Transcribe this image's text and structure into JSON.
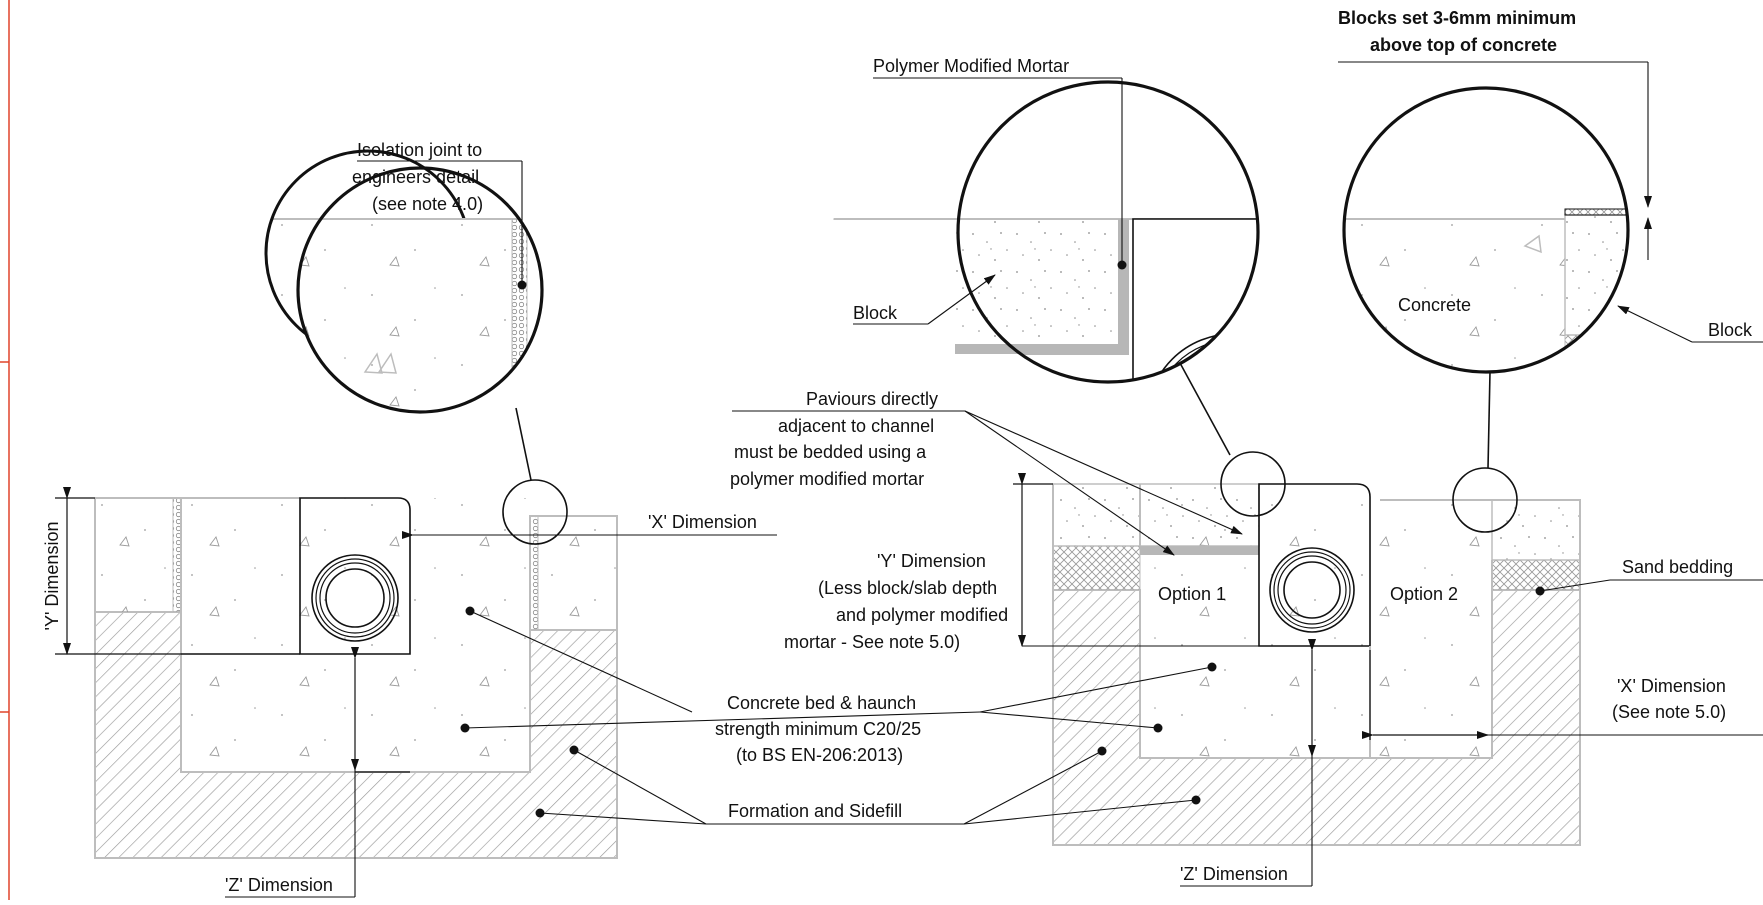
{
  "labels": {
    "isolation_joint": [
      "Isolation joint to",
      "engineers detail",
      "(see note 4.0)"
    ],
    "x_dimension_left": "'X' Dimension",
    "y_dimension_left": "'Y' Dimension",
    "z_dimension_left": "'Z' Dimension",
    "z_dimension_right": "'Z' Dimension",
    "concrete_bed": [
      "Concrete bed & haunch",
      "strength minimum C20/25",
      "(to BS EN-206:2013)"
    ],
    "formation": "Formation and Sidefill",
    "polymer_mortar": "Polymer Modified Mortar",
    "blocks_set": [
      "Blocks set 3-6mm minimum",
      "above top of concrete"
    ],
    "block_left": "Block",
    "block_right": "Block",
    "concrete": "Concrete",
    "paviours": [
      "Paviours directly",
      "adjacent to channel",
      "must be bedded using a",
      "polymer modified mortar"
    ],
    "y_dimension_right": [
      "'Y' Dimension",
      "(Less block/slab depth",
      "and polymer modified",
      "mortar - See note 5.0)"
    ],
    "option1": "Option 1",
    "option2": "Option 2",
    "sand_bedding": "Sand bedding",
    "x_dimension_right": [
      "'X' Dimension",
      "(See note 5.0)"
    ]
  },
  "colors": {
    "border_accent": "#e0442b",
    "outline_grey": "#bdbdbd",
    "hatch_grey": "#9a9a9a",
    "mortar_grey": "#b7b7b7",
    "ink": "#111111"
  }
}
